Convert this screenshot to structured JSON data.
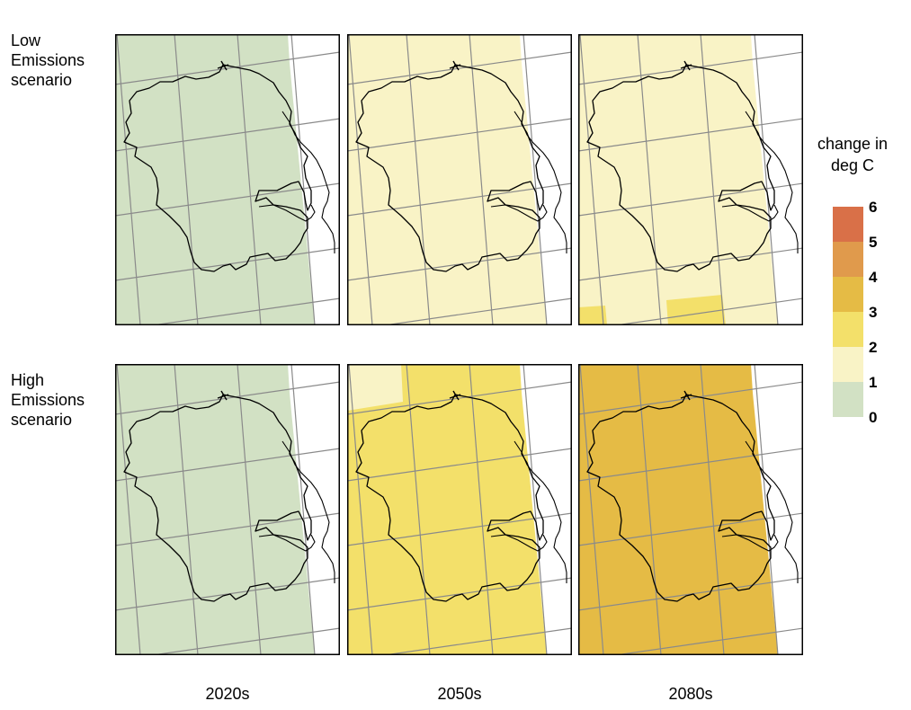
{
  "rows": [
    {
      "label_lines": [
        "Low",
        "Emissions",
        "scenario"
      ]
    },
    {
      "label_lines": [
        "High",
        "Emissions",
        "scenario"
      ]
    }
  ],
  "columns": [
    "2020s",
    "2050s",
    "2080s"
  ],
  "legend": {
    "title_lines": [
      "change in",
      "deg C"
    ],
    "ticks": [
      "6",
      "5",
      "4",
      "3",
      "2",
      "1",
      "0"
    ],
    "classes": [
      {
        "range": [
          5,
          6
        ],
        "color": "#d97048"
      },
      {
        "range": [
          4,
          5
        ],
        "color": "#e09a4c"
      },
      {
        "range": [
          3,
          4
        ],
        "color": "#e5bb45"
      },
      {
        "range": [
          2,
          3
        ],
        "color": "#f3e06a"
      },
      {
        "range": [
          1,
          2
        ],
        "color": "#f9f3c6"
      },
      {
        "range": [
          0,
          1
        ],
        "color": "#d2e1c4"
      }
    ]
  },
  "map_panels": [
    {
      "scenario": "Low Emissions scenario",
      "period": "2020s",
      "fill_class": "0-1",
      "fill_color": "#d2e1c4"
    },
    {
      "scenario": "Low Emissions scenario",
      "period": "2050s",
      "fill_class": "1-2",
      "fill_color": "#f9f3c6"
    },
    {
      "scenario": "Low Emissions scenario",
      "period": "2080s",
      "fill_class": "1-2",
      "fill_color": "#f9f3c6",
      "highlight_class": "2-3",
      "highlight_color": "#f3e06a"
    },
    {
      "scenario": "High Emissions scenario",
      "period": "2020s",
      "fill_class": "0-1",
      "fill_color": "#d2e1c4"
    },
    {
      "scenario": "High Emissions scenario",
      "period": "2050s",
      "fill_class": "2-3",
      "fill_color": "#f3e06a",
      "corner_color": "#f9f3c6"
    },
    {
      "scenario": "High Emissions scenario",
      "period": "2080s",
      "fill_class": "3-4",
      "fill_color": "#e5bb45"
    }
  ]
}
